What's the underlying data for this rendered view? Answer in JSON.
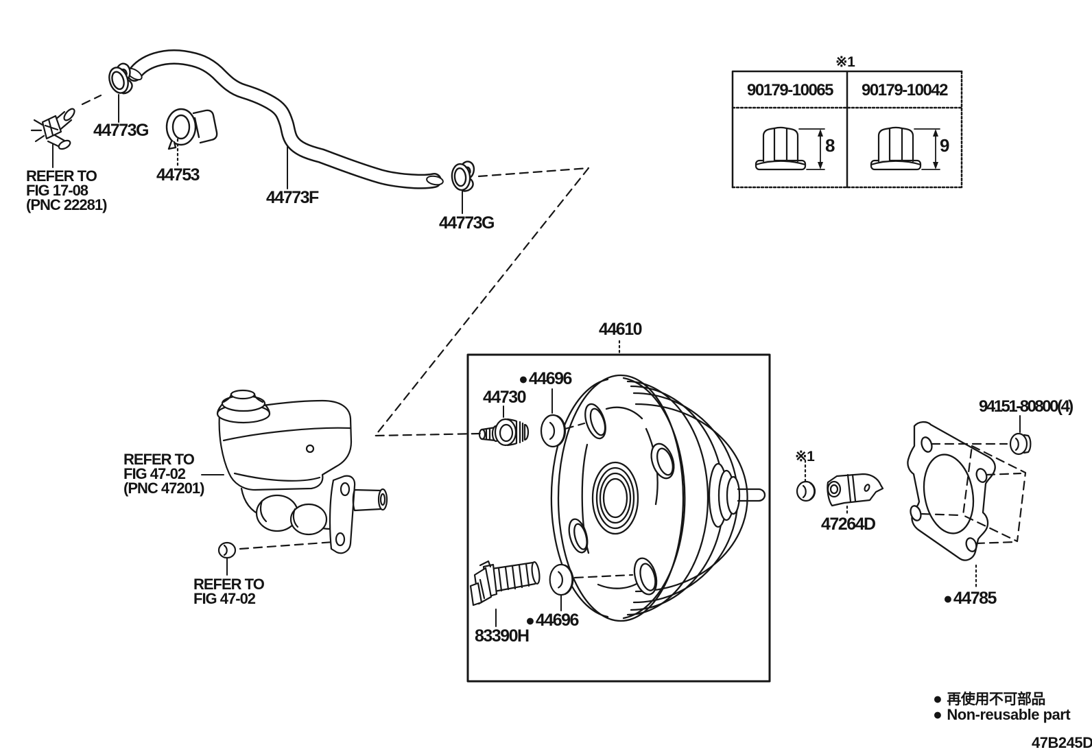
{
  "figure": {
    "code": "47B245D",
    "note_symbol": "※1",
    "bullet": "●"
  },
  "parts": {
    "hose_clamp_a": "44773G",
    "connector": "44753",
    "hose": "44773F",
    "hose_clamp_b": "44773G",
    "booster": "44610",
    "check_valve": "44730",
    "grommet_upper": "44696",
    "grommet_lower": "44696",
    "pressure_sensor": "83390H",
    "clamp_bracket": "47264D",
    "gasket": "44785",
    "stud_nut": "94151-80800(4)"
  },
  "references": {
    "fig_17_08": {
      "line1": "REFER TO",
      "line2": "FIG 17-08",
      "line3": "(PNC 22281)"
    },
    "fig_47_02_main": {
      "line1": "REFER TO",
      "line2": "FIG 47-02",
      "line3": "(PNC 47201)"
    },
    "fig_47_02_grommet": {
      "line1": "REFER TO",
      "line2": "FIG 47-02"
    }
  },
  "nut_table": {
    "note_symbol": "※1",
    "columns": [
      {
        "part_number": "90179-10065",
        "height_mm": "8"
      },
      {
        "part_number": "90179-10042",
        "height_mm": "9"
      }
    ]
  },
  "legend": {
    "jp": "再使用不可部品",
    "en": "Non-reusable part"
  }
}
